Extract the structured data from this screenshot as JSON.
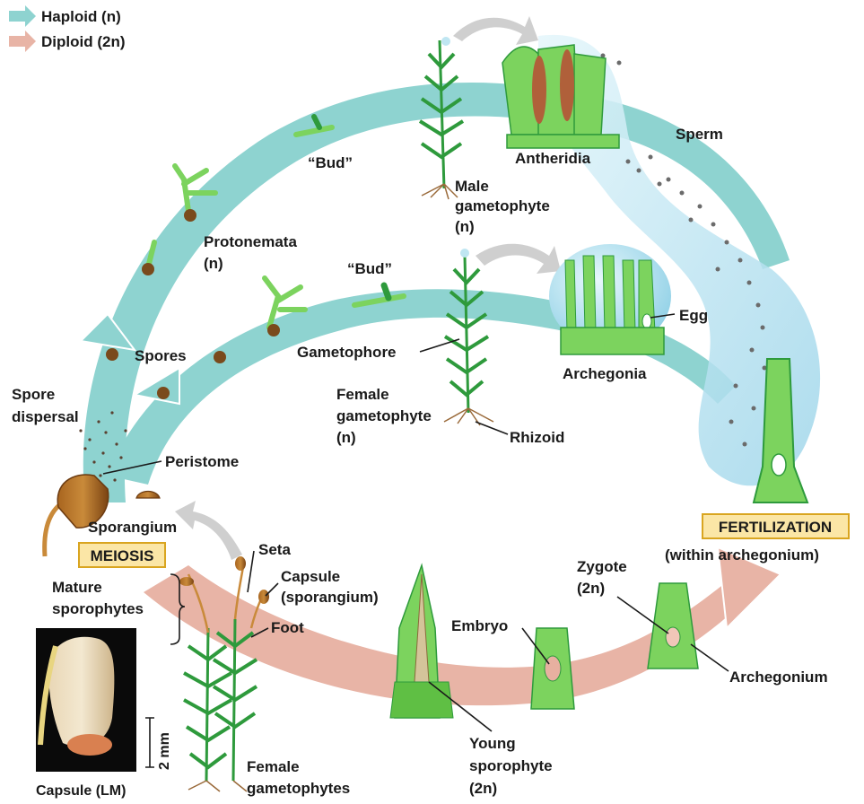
{
  "legend": {
    "haploid": "Haploid (n)",
    "diploid": "Diploid (2n)"
  },
  "labels": {
    "bud_top": "“Bud”",
    "bud_mid": "“Bud”",
    "antheridia": "Antheridia",
    "sperm": "Sperm",
    "male_gametophyte_1": "Male",
    "male_gametophyte_2": "gametophyte",
    "male_gametophyte_3": "(n)",
    "protonemata_1": "Protonemata",
    "protonemata_2": "(n)",
    "spores": "Spores",
    "gametophore": "Gametophore",
    "egg": "Egg",
    "archegonia": "Archegonia",
    "spore_dispersal_1": "Spore",
    "spore_dispersal_2": "dispersal",
    "female_gametophyte_1": "Female",
    "female_gametophyte_2": "gametophyte",
    "female_gametophyte_3": "(n)",
    "rhizoid": "Rhizoid",
    "peristome": "Peristome",
    "sporangium": "Sporangium",
    "meiosis": "MEIOSIS",
    "fertilization": "FERTILIZATION",
    "within_archegonium": "(within archegonium)",
    "seta": "Seta",
    "capsule_1": "Capsule",
    "capsule_2": "(sporangium)",
    "mature_sporophytes_1": "Mature",
    "mature_sporophytes_2": "sporophytes",
    "foot": "Foot",
    "zygote_1": "Zygote",
    "zygote_2": "(2n)",
    "embryo": "Embryo",
    "archegonium": "Archegonium",
    "scale": "2 mm",
    "young_sporophyte_1": "Young",
    "young_sporophyte_2": "sporophyte",
    "young_sporophyte_3": "(2n)",
    "female_gametophytes_1": "Female",
    "female_gametophytes_2": "gametophytes",
    "capsule_lm": "Capsule (LM)"
  },
  "colors": {
    "haploid": "#8ed3d0",
    "diploid": "#e8b4a6",
    "plant_green": "#2e9a3c",
    "plant_light": "#7cd35e",
    "spore_brown": "#7a4a1c",
    "box_fill": "#fbe6a6",
    "box_stroke": "#d9a520",
    "water": "#bfe6f2"
  },
  "icons": {
    "haploid_arrow": "arrow-right-icon",
    "diploid_arrow": "arrow-right-icon"
  }
}
